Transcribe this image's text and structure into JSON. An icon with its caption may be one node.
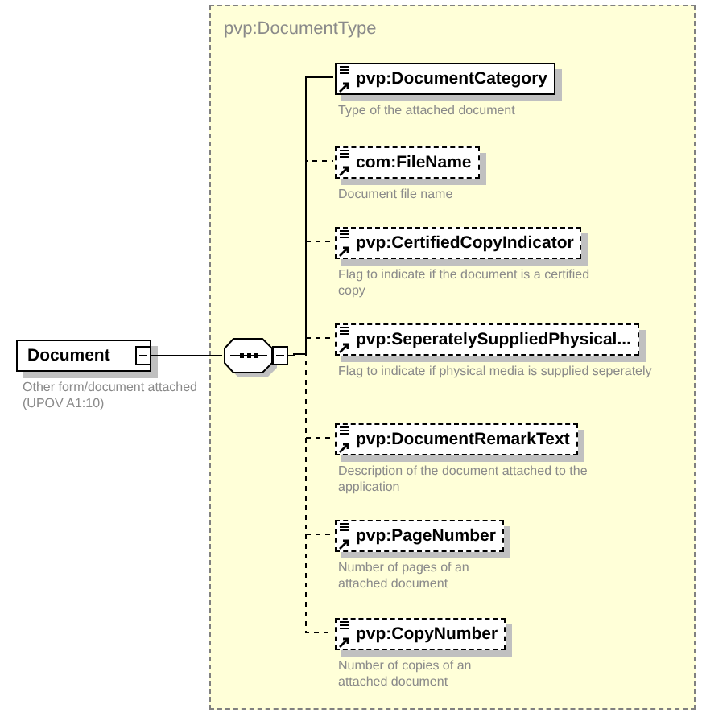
{
  "diagram": {
    "nodes": [
      {
        "text": [
          "pvp:DocumentType"
        ]
      },
      {
        "text": [
          "Document"
        ],
        "beside": [
          "Other form/document attached (UPOV A1:10)"
        ]
      },
      {
        "text": [],
        "shape": "octagon",
        "in": 0
      },
      {
        "text": [
          "pvp:DocumentCategory"
        ],
        "beside": [
          "Type of the attached document"
        ],
        "in": 0
      },
      {
        "text": [
          "com:FileName"
        ],
        "beside": [
          "Document file name"
        ],
        "in": 0
      },
      {
        "text": [
          "pvp:CertifiedCopyIndicator"
        ],
        "beside": [
          "Flag to indicate if the document is a certified copy"
        ],
        "in": 0
      },
      {
        "text": [
          "pvp:SeperatelySuppliedPhysical..."
        ],
        "beside": [
          "Flag to indicate if physical media is supplied seperately"
        ],
        "in": 0
      },
      {
        "text": [
          "pvp:DocumentRemarkText"
        ],
        "beside": [
          "Description of the document attached to the application"
        ],
        "in": 0
      },
      {
        "text": [
          "pvp:PageNumber"
        ],
        "beside": [
          "Number of pages of an attached document"
        ],
        "in": 0
      },
      {
        "text": [
          "pvp:CopyNumber"
        ],
        "beside": [
          "Number of copies of an attached document"
        ],
        "in": 0
      }
    ],
    "edges": [
      {
        "from": 1,
        "to": 2,
        "arrow": "none"
      },
      {
        "from": 2,
        "to": 3,
        "arrow": "none"
      },
      {
        "from": 2,
        "to": 4,
        "arrow": "none",
        "style": "dashed"
      },
      {
        "from": 2,
        "to": 5,
        "arrow": "none",
        "style": "dashed"
      },
      {
        "from": 2,
        "to": 6,
        "arrow": "none",
        "style": "dashed"
      },
      {
        "from": 2,
        "to": 7,
        "arrow": "none",
        "style": "dashed"
      },
      {
        "from": 2,
        "to": 8,
        "arrow": "none",
        "style": "dashed"
      },
      {
        "from": 2,
        "to": 9,
        "arrow": "none",
        "style": "dashed"
      }
    ]
  }
}
